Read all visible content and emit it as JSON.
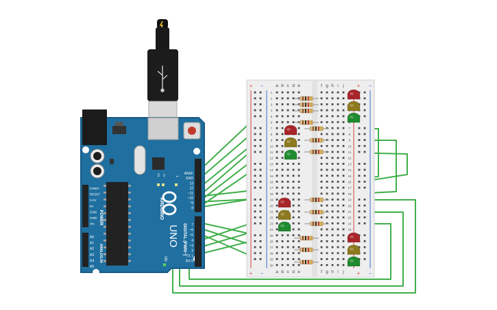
{
  "arduino": {
    "brand": "ARDUINO",
    "model": "UNO",
    "on_label": "ON",
    "l_label": "L",
    "tx_label": "TX",
    "rx_label": "RX",
    "digital_label": "DIGITAL (PWM~)",
    "power_label": "POWER",
    "analog_label": "ANALOG IN",
    "top_header_labels": [
      "AREF",
      "GND",
      "13",
      "12",
      "~11",
      "~10",
      "~9",
      "8"
    ],
    "bottom_header_labels": [
      "7",
      "~6",
      "~5",
      "4",
      "~3",
      "2",
      "TX 1",
      "RX 0"
    ],
    "power_pins": [
      "IOREF",
      "RESET",
      "3.3V",
      "5V",
      "GND",
      "GND",
      "Vin"
    ],
    "analog_pins": [
      "A0",
      "A1",
      "A2",
      "A3",
      "A4",
      "A5"
    ],
    "colors": {
      "board": "#1f6fa0",
      "board_edge": "#185a85",
      "silk": "#ffffff",
      "header": "#222222"
    }
  },
  "breadboard": {
    "columns_left": [
      "a",
      "b",
      "c",
      "d",
      "e"
    ],
    "columns_right": [
      "f",
      "g",
      "h",
      "i",
      "j"
    ],
    "rail_plus": "+",
    "rail_minus": "−",
    "row_numbers": [
      "1",
      "2",
      "3",
      "4",
      "5",
      "6",
      "7",
      "8",
      "9",
      "10",
      "11",
      "12",
      "13",
      "14",
      "15",
      "16",
      "17",
      "18",
      "19",
      "20",
      "21",
      "22",
      "23",
      "24",
      "25",
      "26",
      "27",
      "28",
      "29",
      "30"
    ],
    "colors": {
      "body": "#eeeeee",
      "hole": "#444444",
      "rail_red": "#d94040",
      "rail_blue": "#3b6fd0"
    }
  },
  "components": {
    "led_colors": {
      "red": "#a8252a",
      "yellow": "#8d7a1f",
      "green": "#1f8a2e"
    },
    "wire_color": "#3fae49",
    "resistor_color": "#d7b98a"
  }
}
